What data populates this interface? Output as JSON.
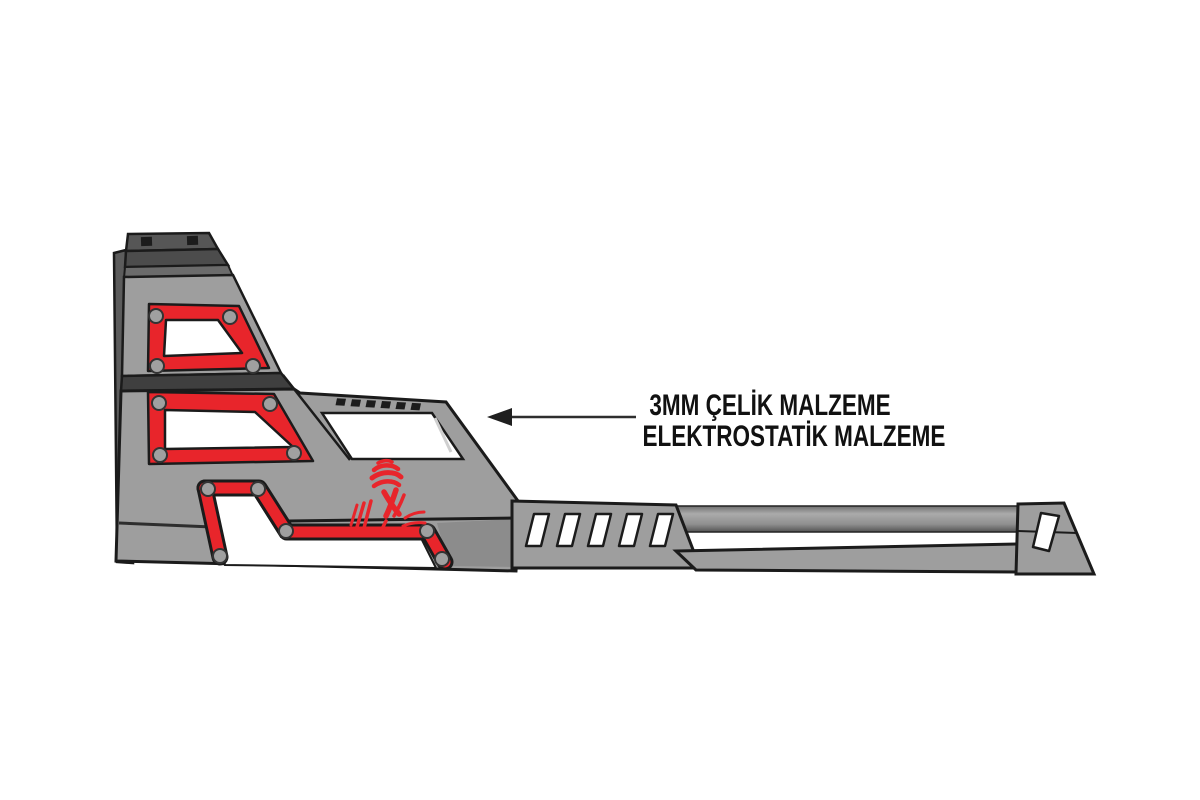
{
  "annotation": {
    "line1": "3MM ÇELİK MALZEME",
    "line2": "ELEKTROSTATİK MALZEME"
  },
  "icons": {
    "logo": "dakar-figure-logo",
    "arrow": "left-arrow"
  },
  "colors": {
    "background": "#ffffff",
    "body_gray": "#9e9e9e",
    "body_gray_dark": "#8c8c8c",
    "panel_dark": "#4c4c4c",
    "cap_dark": "#565656",
    "step_dark": "#3f3f3f",
    "edge_strip": "#5c5c5c",
    "outline": "#1b1b1b",
    "accent_red": "#e8252b",
    "bolt_gray": "#a0a0a0",
    "text_color": "#111111",
    "arrow_color": "#2e2e2e"
  }
}
